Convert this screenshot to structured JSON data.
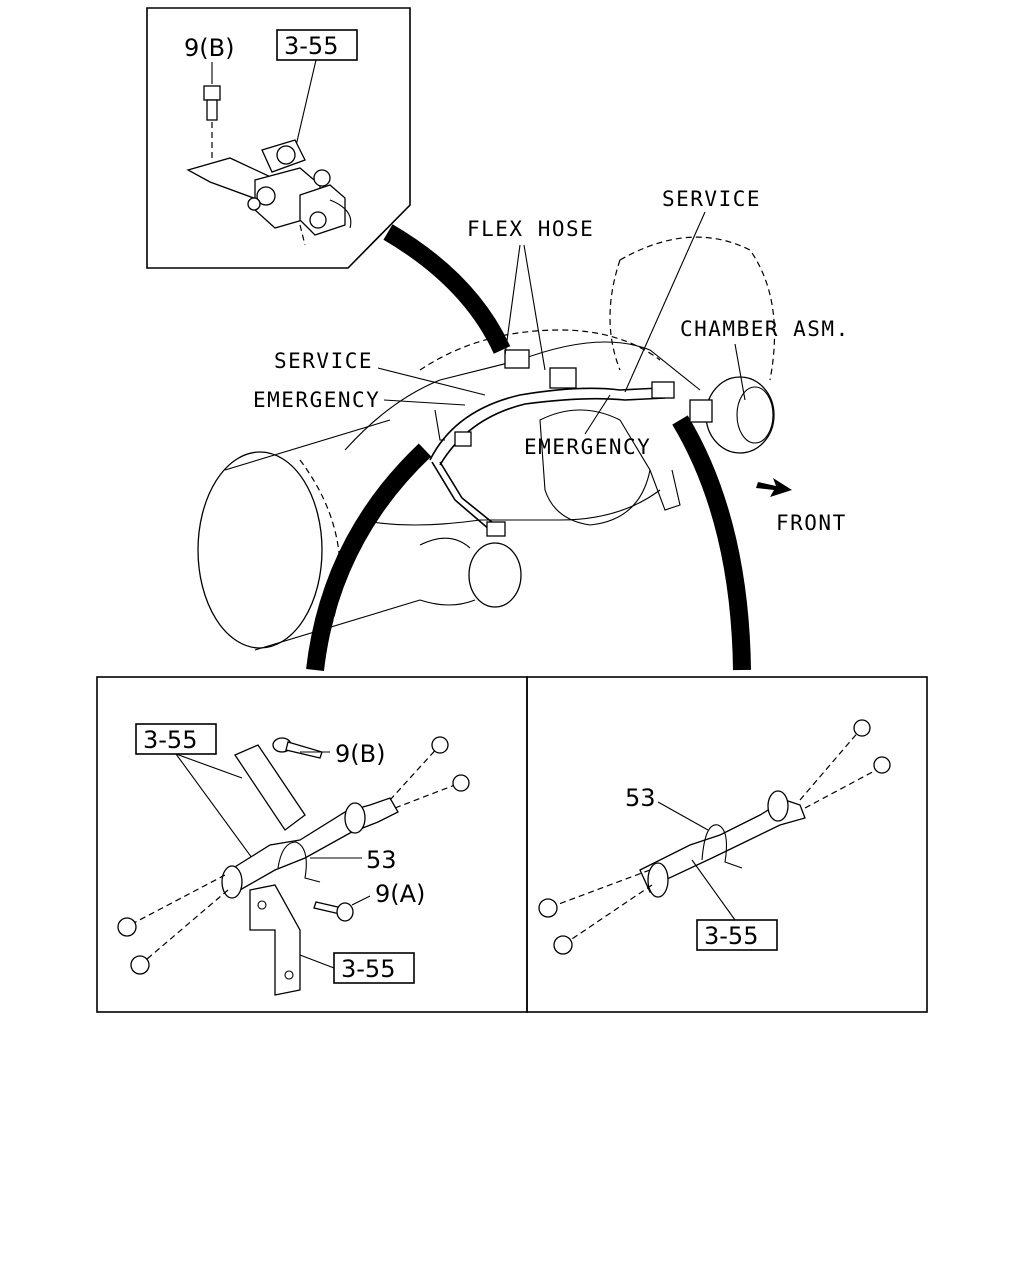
{
  "labels": {
    "flex_hose": "FLEX HOSE",
    "service_top": "SERVICE",
    "service_left": "SERVICE",
    "emergency_left": "EMERGENCY",
    "emergency_mid": "EMERGENCY",
    "chamber_asm": "CHAMBER ASM.",
    "front": "FRONT"
  },
  "inset_top": {
    "ref_box": "3-55",
    "bolt_label": "9(B)"
  },
  "inset_bottom_left": {
    "ref_box_top": "3-55",
    "ref_box_bottom": "3-55",
    "bolt_b": "9(B)",
    "bolt_a": "9(A)",
    "clip": "53"
  },
  "inset_bottom_right": {
    "ref_box": "3-55",
    "clip": "53"
  }
}
